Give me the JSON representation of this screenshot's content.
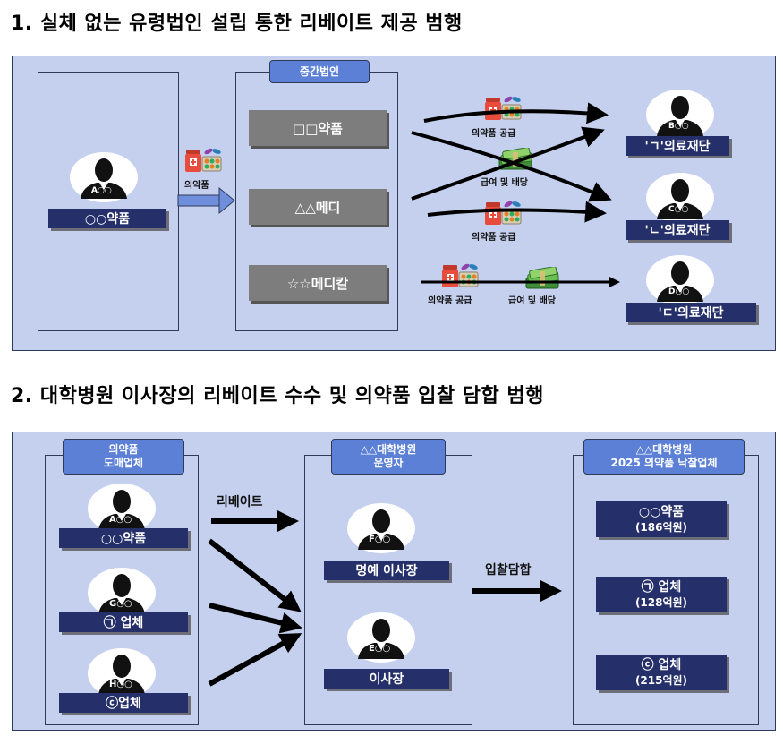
{
  "section1": {
    "title": "1. 실체 없는 유령법인 설립 통한 리베이트 제공 범행",
    "source": {
      "initial": "A○○",
      "label": "○○약품"
    },
    "supply_label": "의약품",
    "intermediate": {
      "tag": "중간법인",
      "companies": [
        "□□약품",
        "△△메디",
        "☆☆메디칼"
      ]
    },
    "flow_labels": {
      "supply": "의약품 공급",
      "payment": "급여 및 배당"
    },
    "foundations": [
      {
        "initial": "B○○",
        "label": "'ㄱ'의료재단"
      },
      {
        "initial": "C○○",
        "label": "'ㄴ'의료재단"
      },
      {
        "initial": "D○○",
        "label": "'ㄷ'의료재단"
      }
    ]
  },
  "section2": {
    "title": "2. 대학병원 이사장의 리베이트 수수 및 의약품 입찰 담합 범행",
    "wholesalers": {
      "tag_line1": "의약품",
      "tag_line2": "도매업체",
      "items": [
        {
          "initial": "A○○",
          "label": "○○약품"
        },
        {
          "initial": "G○○",
          "label": "㉠ 업체"
        },
        {
          "initial": "H○○",
          "label": "ⓒ업체"
        }
      ]
    },
    "rebate_label": "리베이트",
    "operators": {
      "tag_line1": "△△대학병원",
      "tag_line2": "운영자",
      "items": [
        {
          "initial": "F○○",
          "label": "명예 이사장"
        },
        {
          "initial": "E○○",
          "label": "이사장"
        }
      ]
    },
    "bid_label": "입찰담합",
    "winners": {
      "tag_line1": "△△대학병원",
      "tag_line2": "2025 의약품 낙찰업체",
      "items": [
        {
          "name": "○○약품",
          "amount": "(186억원)"
        },
        {
          "name": "㉠ 업체",
          "amount": "(128억원)"
        },
        {
          "name": "ⓒ 업체",
          "amount": "(215억원)"
        }
      ]
    }
  },
  "colors": {
    "panel_bg": "#c5d0ee",
    "navy": "#25306a",
    "tag_blue": "#5b80d6",
    "gray_box": "#7d7d7d"
  },
  "icons": [
    "person-avatar-icon",
    "medicine-bottle-icon",
    "money-stack-icon"
  ]
}
